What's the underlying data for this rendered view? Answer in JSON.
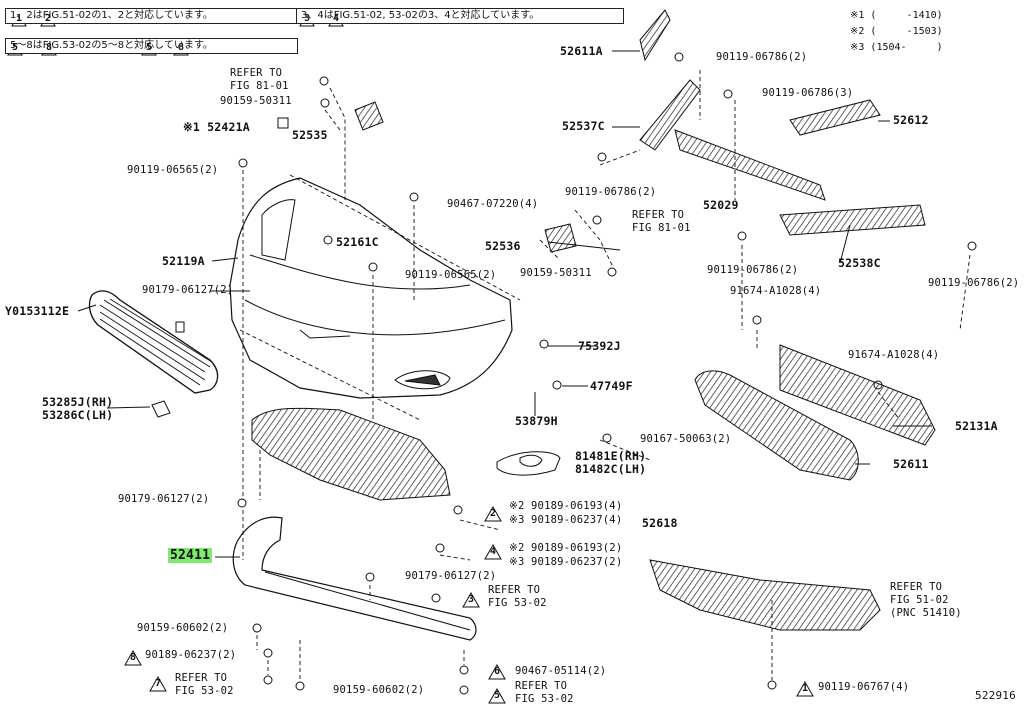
{
  "notes": [
    "1、2はFIG.51-02の1、2と対応しています。",
    "3、4はFIG.51-02, 53-02の3、4と対応しています。",
    "5～8はFIG.53-02の5～8と対応しています。"
  ],
  "legend": [
    "※1 (     -1410)",
    "※2 (     -1503)",
    "※3 (1504-     )"
  ],
  "figure_id": "522916",
  "labels": {
    "p52611A": "52611A",
    "p90119_06786_a": "90119-06786(2)",
    "p90119_06786_b": "90119-06786(3)",
    "p52537C": "52537C",
    "p52612": "52612",
    "p90119_06786_c": "90119-06786(2)",
    "p52029": "52029",
    "p90119_06786_d": "90119-06786(2)",
    "p52538C": "52538C",
    "p90119_06786_e": "90119-06786(2)",
    "p91674_a": "91674-A1028(4)",
    "p91674_b": "91674-A1028(4)",
    "p52131A": "52131A",
    "p52611": "52611",
    "p90167": "90167-50063(2)",
    "p81481E": "81481E(RH)",
    "p81482C": "81482C(LH)",
    "p52618": "52618",
    "p90189_06193_a": "※2 90189-06193(4)",
    "p90189_06237_a": "※3 90189-06237(4)",
    "p90189_06193_b": "※2 90189-06193(2)",
    "p90189_06237_b": "※3 90189-06237(2)",
    "refer_fig5102": "REFER TO\nFIG 51-02\n(PNC 51410)",
    "p90119_06767": "90119-06767(4)",
    "refer_fig8101_a": "REFER TO\nFIG 81-01",
    "p90159_50311_a": "90159-50311",
    "p52421A": "※1 52421A",
    "p52535": "52535",
    "p90119_06565_a": "90119-06565(2)",
    "p90467_07220": "90467-07220(4)",
    "refer_fig8101_b": "REFER TO\nFIG 81-01",
    "p52536": "52536",
    "p90159_50311_b": "90159-50311",
    "p52161C": "52161C",
    "p52119A": "52119A",
    "p90119_06565_b": "90119-06565(2)",
    "p90179_06127_a": "90179-06127(2)",
    "pY0153112E": "Y0153112E",
    "p75392J": "75392J",
    "p47749F": "47749F",
    "p53879H": "53879H",
    "p53285J": "53285J(RH)",
    "p53286C": "53286C(LH)",
    "p90179_06127_b": "90179-06127(2)",
    "p52411": "52411",
    "p90179_06127_c": "90179-06127(2)",
    "refer_fig5302_a": "REFER TO\nFIG 53-02",
    "p90159_60602_a": "90159-60602(2)",
    "p90189_06237_c": "90189-06237(2)",
    "refer_fig5302_b": "REFER TO\nFIG 53-02",
    "p90159_60602_b": "90159-60602(2)",
    "p90467_05114": "90467-05114(2)",
    "refer_fig5302_c": "REFER TO\nFIG 53-02"
  },
  "markers": {
    "m1": "1",
    "m2": "2",
    "m3": "3",
    "m4": "4",
    "m5": "5",
    "m6": "6",
    "m7": "7",
    "m8": "8"
  }
}
